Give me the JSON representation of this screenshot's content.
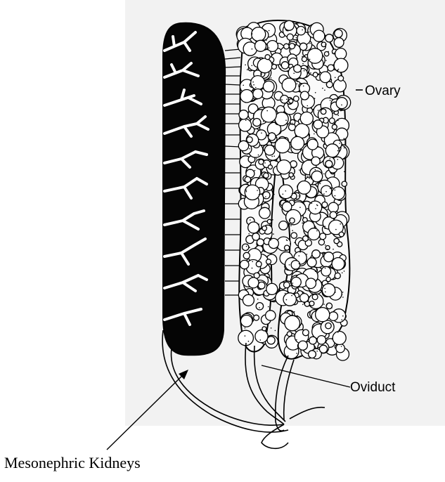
{
  "labels": {
    "ovary": "Ovary",
    "oviduct": "Oviduct",
    "kidneys": "Mesonephric Kidneys"
  },
  "colors": {
    "paper": "#f2f2f2",
    "ink": "#000000",
    "kidney_fill": "#050505"
  },
  "icons": {
    "pointer": "arrow-icon"
  }
}
